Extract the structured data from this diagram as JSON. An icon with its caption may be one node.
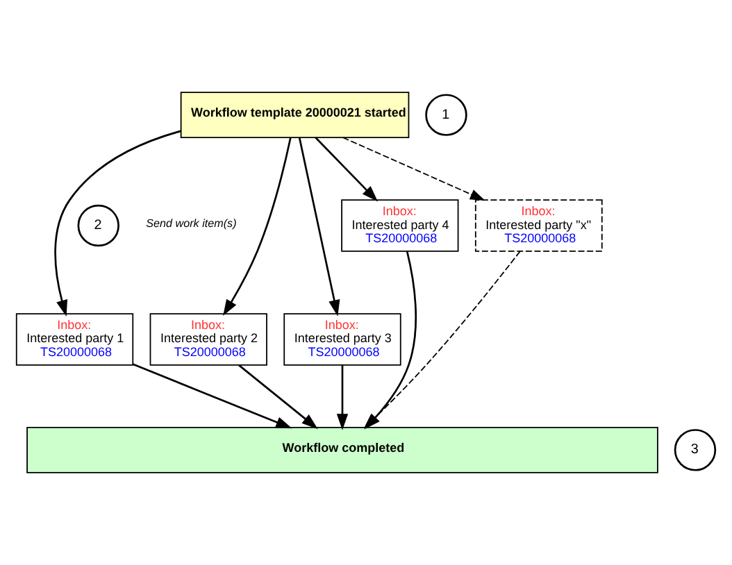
{
  "diagram": {
    "nodes": [
      {
        "text": [
          "Workflow template 20000021 started"
        ]
      },
      {
        "text": [
          "Inbox:",
          "Interested party 1",
          "TS20000068"
        ]
      },
      {
        "text": [
          "Inbox:",
          "Interested party 2",
          "TS20000068"
        ]
      },
      {
        "text": [
          "Inbox:",
          "Interested party 3",
          "TS20000068"
        ]
      },
      {
        "text": [
          "Inbox:",
          "Interested party 4",
          "TS20000068"
        ]
      },
      {
        "text": [
          "Inbox:",
          "Interested party \"x\"",
          "TS20000068"
        ]
      },
      {
        "text": [
          "Workflow completed"
        ]
      }
    ],
    "edges": [
      {
        "from": 0,
        "to": 1,
        "arrow": "to"
      },
      {
        "from": 0,
        "to": 2,
        "arrow": "to"
      },
      {
        "from": 0,
        "to": 3,
        "arrow": "to"
      },
      {
        "from": 0,
        "to": 4,
        "arrow": "to"
      },
      {
        "from": 0,
        "to": 5,
        "arrow": "to",
        "style": "dashed"
      },
      {
        "from": 1,
        "to": 6,
        "arrow": "to"
      },
      {
        "from": 2,
        "to": 6,
        "arrow": "to"
      },
      {
        "from": 3,
        "to": 6,
        "arrow": "to"
      },
      {
        "from": 4,
        "to": 6,
        "arrow": "to"
      },
      {
        "from": 5,
        "to": 6,
        "arrow": "to",
        "style": "dashed"
      }
    ],
    "labels": [
      "1",
      "2",
      "Send work item(s)",
      "3"
    ]
  }
}
